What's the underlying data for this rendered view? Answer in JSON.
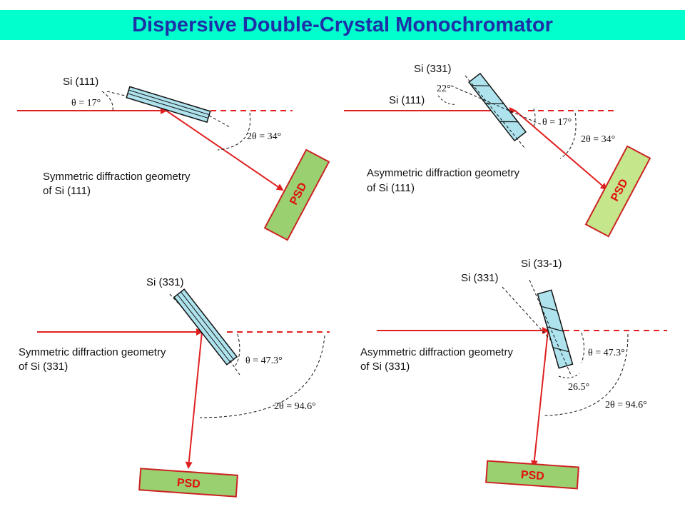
{
  "title": "Dispersive Double-Crystal Monochromator",
  "colors": {
    "beam": "#e02020",
    "crystal": "#aee3ee",
    "detector": "#9bd070",
    "detector_alt": "#c5e68a",
    "banner": "#00ffcc",
    "title": "#1f2fa8"
  },
  "panel_top_left": {
    "crystal_label": "Si (111)",
    "theta_label": "θ = 17°",
    "two_theta_label": "2θ = 34°",
    "caption_line1": "Symmetric diffraction geometry",
    "caption_line2": "of Si (111)",
    "detector_label": "PSD"
  },
  "panel_top_right": {
    "crystal_label_a": "Si (331)",
    "crystal_label_b": "Si (111)",
    "angle_label": "22°",
    "theta_label": "θ = 17°",
    "two_theta_label": "2θ = 34°",
    "caption_line1": "Asymmetric diffraction geometry",
    "caption_line2": "of Si (111)",
    "detector_label": "PSD"
  },
  "panel_bottom_left": {
    "crystal_label": "Si (331)",
    "theta_label": "θ = 47.3°",
    "two_theta_label": "2θ = 94.6°",
    "caption_line1": "Symmetric diffraction geometry",
    "caption_line2": "of Si (331)",
    "detector_label": "PSD"
  },
  "panel_bottom_right": {
    "crystal_label_a": "Si (33-1)",
    "crystal_label_b": "Si (331)",
    "angle_label": "26.5°",
    "theta_label": "θ = 47.3°",
    "two_theta_label": "2θ = 94.6°",
    "caption_line1": "Asymmetric diffraction geometry",
    "caption_line2": "of Si (331)",
    "detector_label": "PSD"
  }
}
